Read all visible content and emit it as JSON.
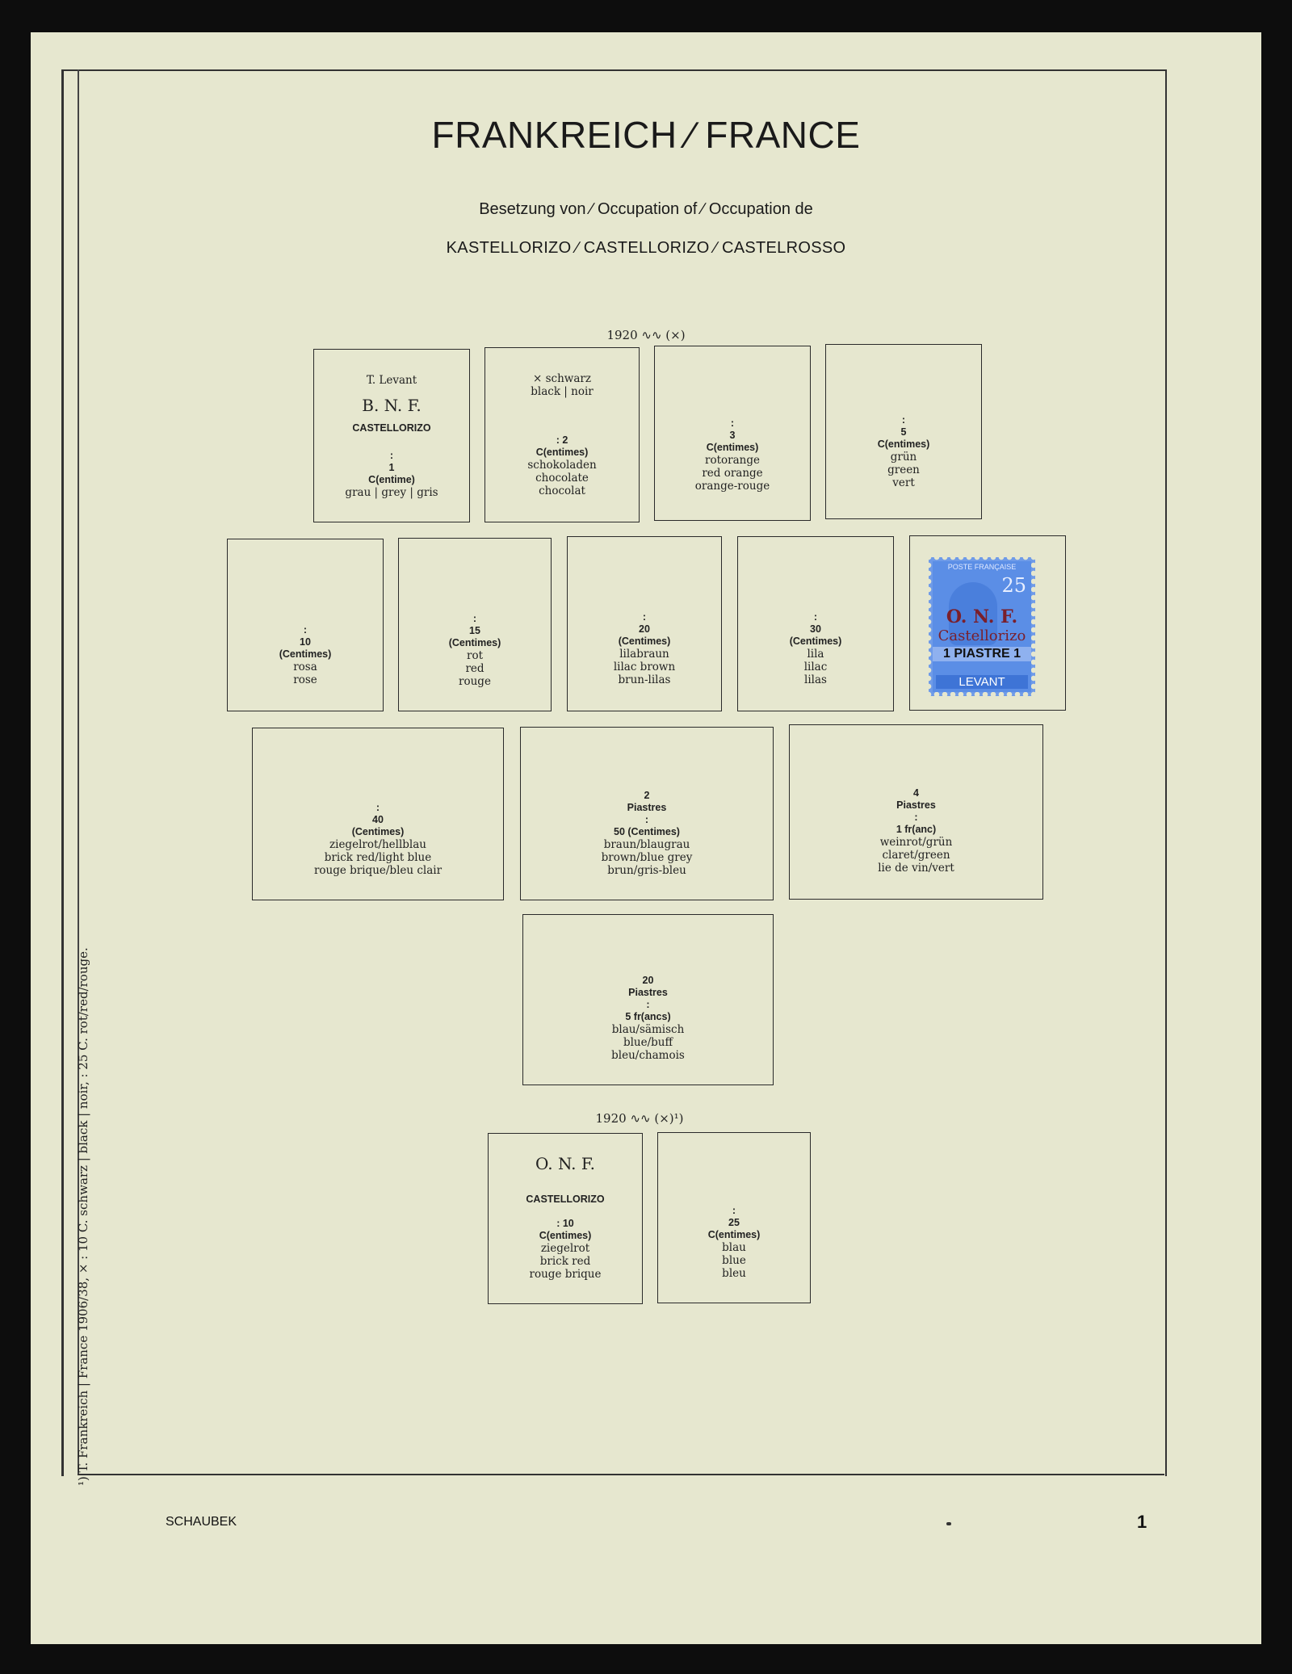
{
  "header": {
    "title": "FRANKREICH ∕ FRANCE",
    "subtitle": "Besetzung von ∕ Occupation of ∕ Occupation de",
    "region": "KASTELLORIZO ∕ CASTELLORIZO ∕ CASTELROSSO"
  },
  "sections": {
    "year1": "1920 ∿∿ (×)",
    "year2": "1920 ∿∿ (×)¹)"
  },
  "boxes": {
    "b1": {
      "top": "T. Levant",
      "big": "B. N. F.",
      "mid": "CASTELLORIZO",
      "colon": ":",
      "val": "1",
      "unit": "C(entime)",
      "c1": "grau | grey | gris"
    },
    "b2": {
      "top1": "× schwarz",
      "top2": "black | noir",
      "val": ": 2",
      "unit": "C(entimes)",
      "c1": "schokoladen",
      "c2": "chocolate",
      "c3": "chocolat"
    },
    "b3": {
      "colon": ":",
      "val": "3",
      "unit": "C(entimes)",
      "c1": "rotorange",
      "c2": "red orange",
      "c3": "orange-rouge"
    },
    "b4": {
      "colon": ":",
      "val": "5",
      "unit": "C(entimes)",
      "c1": "grün",
      "c2": "green",
      "c3": "vert"
    },
    "b5": {
      "colon": ":",
      "val": "10",
      "unit": "(Centimes)",
      "c1": "rosa",
      "c2": "rose"
    },
    "b6": {
      "colon": ":",
      "val": "15",
      "unit": "(Centimes)",
      "c1": "rot",
      "c2": "red",
      "c3": "rouge"
    },
    "b7": {
      "colon": ":",
      "val": "20",
      "unit": "(Centimes)",
      "c1": "lilabraun",
      "c2": "lilac brown",
      "c3": "brun-lilas"
    },
    "b8": {
      "colon": ":",
      "val": "30",
      "unit": "(Centimes)",
      "c1": "lila",
      "c2": "lilac",
      "c3": "lilas"
    },
    "b10": {
      "colon": ":",
      "val": "40",
      "unit": "(Centimes)",
      "c1": "ziegelrot/hellblau",
      "c2": "brick red/light blue",
      "c3": "rouge brique/bleu clair"
    },
    "b11": {
      "v1": "2",
      "u1": "Piastres",
      "colon": ":",
      "val": "50 (Centimes)",
      "c1": "braun/blaugrau",
      "c2": "brown/blue grey",
      "c3": "brun/gris-bleu"
    },
    "b12": {
      "v1": "4",
      "u1": "Piastres",
      "colon": ":",
      "val": "1 fr(anc)",
      "c1": "weinrot/grün",
      "c2": "claret/green",
      "c3": "lie de vin/vert"
    },
    "b13": {
      "v1": "20",
      "u1": "Piastres",
      "colon": ":",
      "val": "5 fr(ancs)",
      "c1": "blau/sämisch",
      "c2": "blue/buff",
      "c3": "bleu/chamois"
    },
    "b14": {
      "big": "O. N. F.",
      "mid": "CASTELLORIZO",
      "val": ": 10",
      "unit": "C(entimes)",
      "c1": "ziegelrot",
      "c2": "brick red",
      "c3": "rouge brique"
    },
    "b15": {
      "colon": ":",
      "val": "25",
      "unit": "C(entimes)",
      "c1": "blau",
      "c2": "blue",
      "c3": "bleu"
    }
  },
  "stamp": {
    "header": "POSTE FRANÇAISE",
    "value": "25",
    "overprint1": "O. N. F.",
    "overprint2": "Castellorizo",
    "overprint3": "1 PIASTRE 1",
    "country": "LEVANT",
    "color": "#5b8ee6"
  },
  "footnote": "¹) T. Frankreich | France 1906/38, × : 10 C. schwarz | black | noir, : 25 C. rot/red/rouge.",
  "footer": {
    "publisher": "SCHAUBEK",
    "page_number": "1"
  }
}
